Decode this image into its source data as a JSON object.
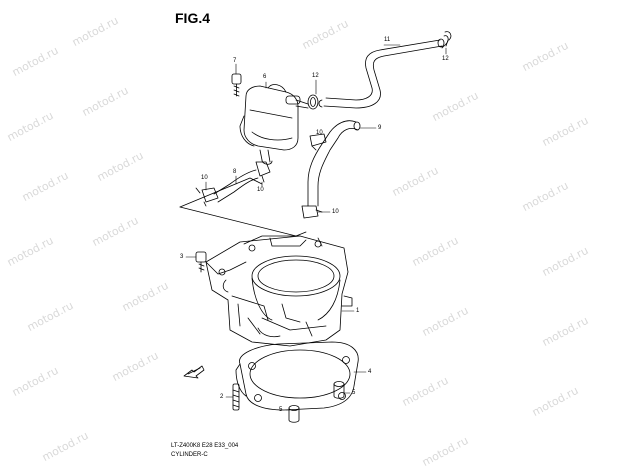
{
  "diagram": {
    "figure_label": "FIG.4",
    "footer_code": "LT-Z400K8 E28 E33_004",
    "footer_name": "CYLINDER-C",
    "watermark": "motod.ru",
    "callouts": {
      "c1": "1",
      "c2": "2",
      "c3": "3",
      "c4": "4",
      "c5a": "5",
      "c5b": "5",
      "c6": "6",
      "c7": "7",
      "c8": "8",
      "c9": "9",
      "c10a": "10",
      "c10b": "10",
      "c10c": "10",
      "c10d": "10",
      "c11": "11",
      "c12a": "12",
      "c12b": "12"
    },
    "colors": {
      "line": "#000000",
      "watermark": "#d9d9d9",
      "background": "#ffffff"
    }
  }
}
